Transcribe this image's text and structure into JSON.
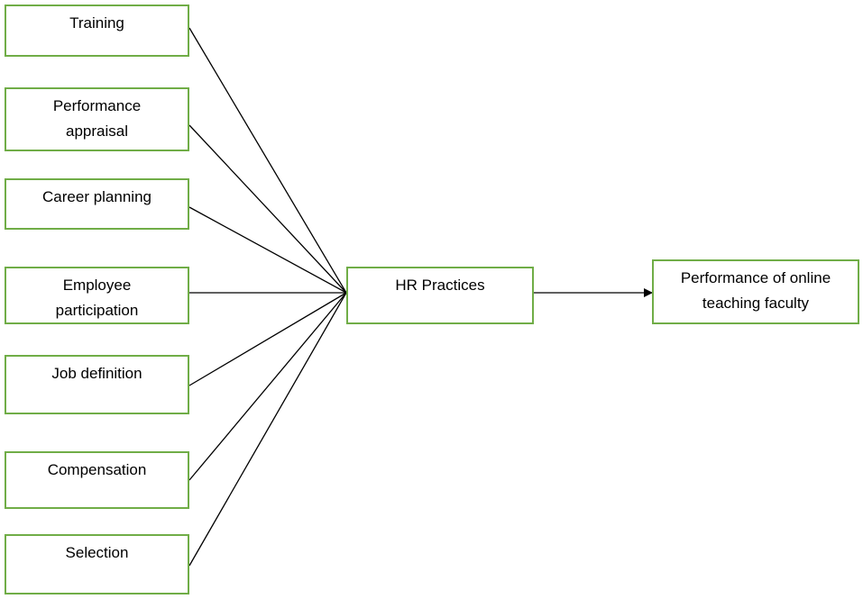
{
  "colors": {
    "box_border": "#70ad47",
    "connector": "#000000",
    "text": "#000000"
  },
  "factors": [
    {
      "lines": [
        "Training"
      ]
    },
    {
      "lines": [
        "Performance",
        "appraisal"
      ]
    },
    {
      "lines": [
        "Career planning"
      ]
    },
    {
      "lines": [
        "Employee",
        "participation"
      ]
    },
    {
      "lines": [
        "Job definition"
      ]
    },
    {
      "lines": [
        "Compensation"
      ]
    },
    {
      "lines": [
        "Selection"
      ]
    }
  ],
  "hub": {
    "lines": [
      "HR Practices"
    ]
  },
  "outcome": {
    "lines": [
      "Performance of online",
      "teaching faculty"
    ]
  }
}
